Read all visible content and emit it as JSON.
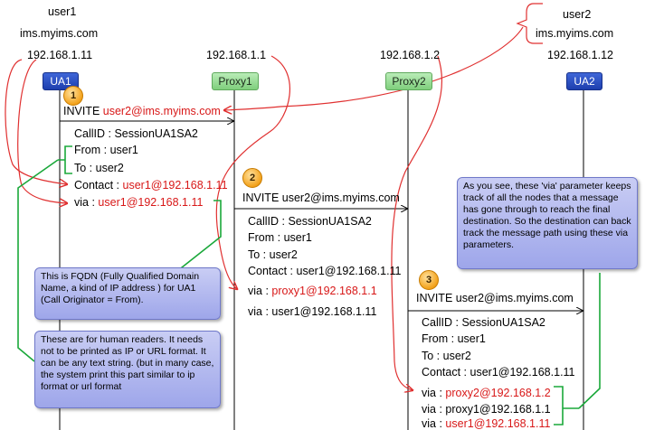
{
  "ua1": {
    "user": "user1",
    "domain": "ims.myims.com",
    "ip": "192.168.1.11",
    "label": "UA1"
  },
  "proxy1": {
    "ip": "192.168.1.1",
    "label": "Proxy1"
  },
  "proxy2": {
    "ip": "192.168.1.2",
    "label": "Proxy2"
  },
  "ua2": {
    "user": "user2",
    "domain": "ims.myims.com",
    "ip": "192.168.1.12",
    "label": "UA2"
  },
  "steps": [
    {
      "number": "1"
    },
    {
      "number": "2"
    },
    {
      "number": "3"
    }
  ],
  "msg1": {
    "invite_label": "INVITE",
    "invite_target": "user2@ims.myims.com",
    "callid": "CallID : SessionUA1SA2",
    "from": "From : user1",
    "to": "To : user2",
    "contact_label": "Contact :",
    "contact_value": "user1@192.168.1.11",
    "via_label": "via :",
    "via_value": "user1@192.168.1.11"
  },
  "msg2": {
    "invite": "INVITE user2@ims.myims.com",
    "callid": "CallID : SessionUA1SA2",
    "from": "From : user1",
    "to": "To : user2",
    "contact": "Contact : user1@192.168.1.11",
    "via1_label": "via :",
    "via1_value": "proxy1@192.168.1.1",
    "via2": "via : user1@192.168.1.11"
  },
  "msg3": {
    "invite": "INVITE  user2@ims.myims.com",
    "callid": "CallID : SessionUA1SA2",
    "from": "From : user1",
    "to": "To : user2",
    "contact": "Contact : user1@192.168.1.11",
    "via1_label": "via :",
    "via1_value": "proxy2@192.168.1.2",
    "via2": "via : proxy1@192.168.1.1",
    "via3_label": "via :",
    "via3_value": "user1@192.168.1.11"
  },
  "notes": {
    "fqdn": "This is FQDN (Fully Qualified Domain Name, a kind of IP address ) for UA1 (Call Originator = From).",
    "human": "These are for human readers. It needs not to be printed as IP or URL format. It can be any text string. (but in many case, the system print this part similar to ip format or url format",
    "via": "As you see, these 'via' parameter keeps track of all the nodes that a message has gone through to reach the final destination. So the destination can back track the message path using these via parameters."
  },
  "colors": {
    "ua": "#2a4fc4",
    "proxy": "#9ad998",
    "badge": "#f3a21b",
    "note": "#aab1ec",
    "red_text": "#d81818",
    "red_line": "#e03030",
    "green_line": "#1aa83a"
  }
}
